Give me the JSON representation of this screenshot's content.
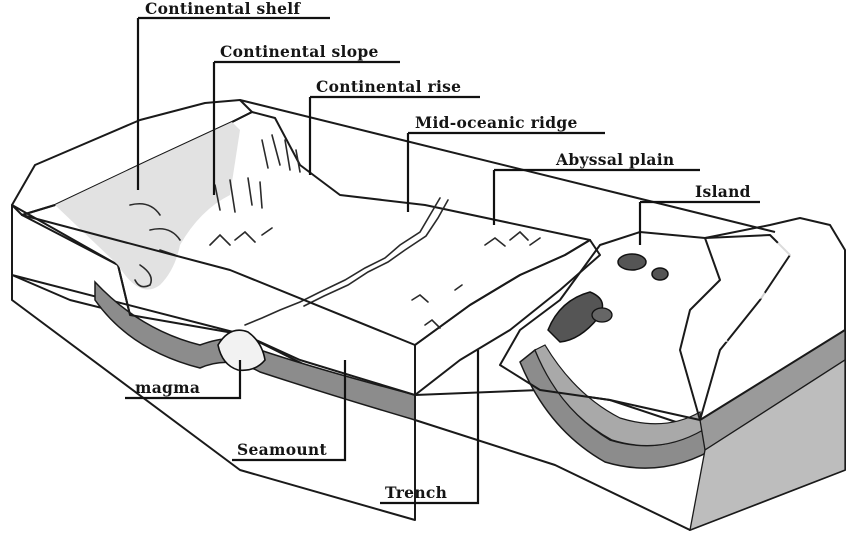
{
  "labels": {
    "continental_shelf": "Continental shelf",
    "continental_slope": "Continental slope",
    "continental_rise": "Continental rise",
    "mid_oceanic_ridge": "Mid-oceanic ridge",
    "abyssal_plain": "Abyssal plain",
    "island": "Island",
    "magma": "magma",
    "seamount": "Seamount",
    "trench": "Trench"
  },
  "colors": {
    "seafloor": "#d6d6d6",
    "land_dark": "#3a3a3a",
    "crust": "#8c8c8c",
    "mantle": "#bdbdbd",
    "block_side": "#c9c9c9",
    "trench_wall": "#2e2e2e"
  }
}
